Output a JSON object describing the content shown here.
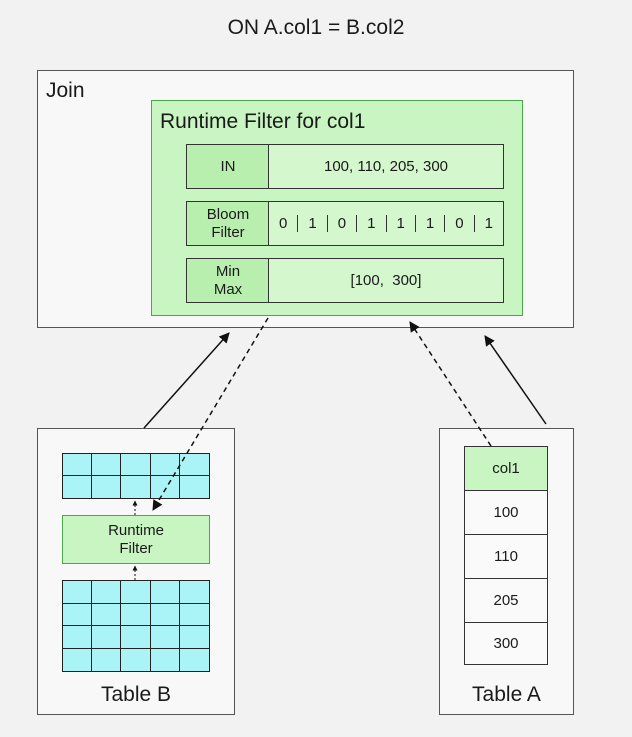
{
  "title": "ON A.col1 = B.col2",
  "join_label": "Join",
  "runtime_filter": {
    "title": "Runtime Filter for col1",
    "in_label": "IN",
    "in_values": "100, 110, 205, 300",
    "bloom_label_1": "Bloom",
    "bloom_label_2": "Filter",
    "bloom_bits": [
      "0",
      "1",
      "0",
      "1",
      "1",
      "1",
      "0",
      "1"
    ],
    "minmax_label_1": "Min",
    "minmax_label_2": "Max",
    "minmax_value": "[100,  300]"
  },
  "table_b": {
    "label": "Table B",
    "filter_line_1": "Runtime",
    "filter_line_2": "Filter"
  },
  "table_a": {
    "label": "Table A",
    "column_header": "col1",
    "values": [
      "100",
      "110",
      "205",
      "300"
    ]
  }
}
